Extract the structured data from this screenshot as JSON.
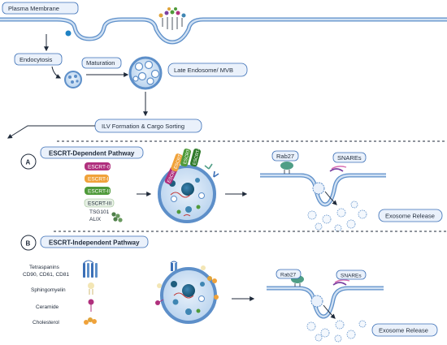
{
  "labels": {
    "plasma_membrane": "Plasma Membrane",
    "endocytosis": "Endocytosis",
    "maturation": "Maturation",
    "late_endosome": "Late Endosome/ MVB",
    "ilv_formation": "ILV Formation & Cargo Sorting",
    "panel_a_letter": "A",
    "panel_a_title": "ESCRT-Dependent Pathway",
    "escrt0": "ESCRT-0",
    "escrt1": "ESCRT-I",
    "escrt2": "ESCRT-II",
    "escrt3": "ESCRT-III",
    "tsg101": "TSG101",
    "alix": "ALIX",
    "rab27_a": "Rab27",
    "snares_a": "SNAREs",
    "exosome_release_a": "Exosome Release",
    "panel_b_letter": "B",
    "panel_b_title": "ESCRT-Independent Pathway",
    "tetraspanins": "Tetraspanins",
    "cd_markers": "CD90, CD61, CD81",
    "sphingomyelin": "Sphingomyelin",
    "ceramide": "Ceramide",
    "cholesterol": "Cholesterol",
    "rab27_b": "Rab27",
    "snares_b": "SNAREs",
    "exosome_release_b": "Exosome Release"
  },
  "colors": {
    "membrane": "#5d8fc9",
    "escrt0": "#b0307d",
    "escrt1": "#f0a23a",
    "escrt2": "#4f9a3a",
    "escrt3": "#e6f0e4",
    "rab27": "#4f9e86",
    "snares": "#7a3fa0",
    "vesicle_dark": "#1f5e7e",
    "box_fill": "#eaf1fb",
    "box_stroke": "#3b6fb6"
  }
}
